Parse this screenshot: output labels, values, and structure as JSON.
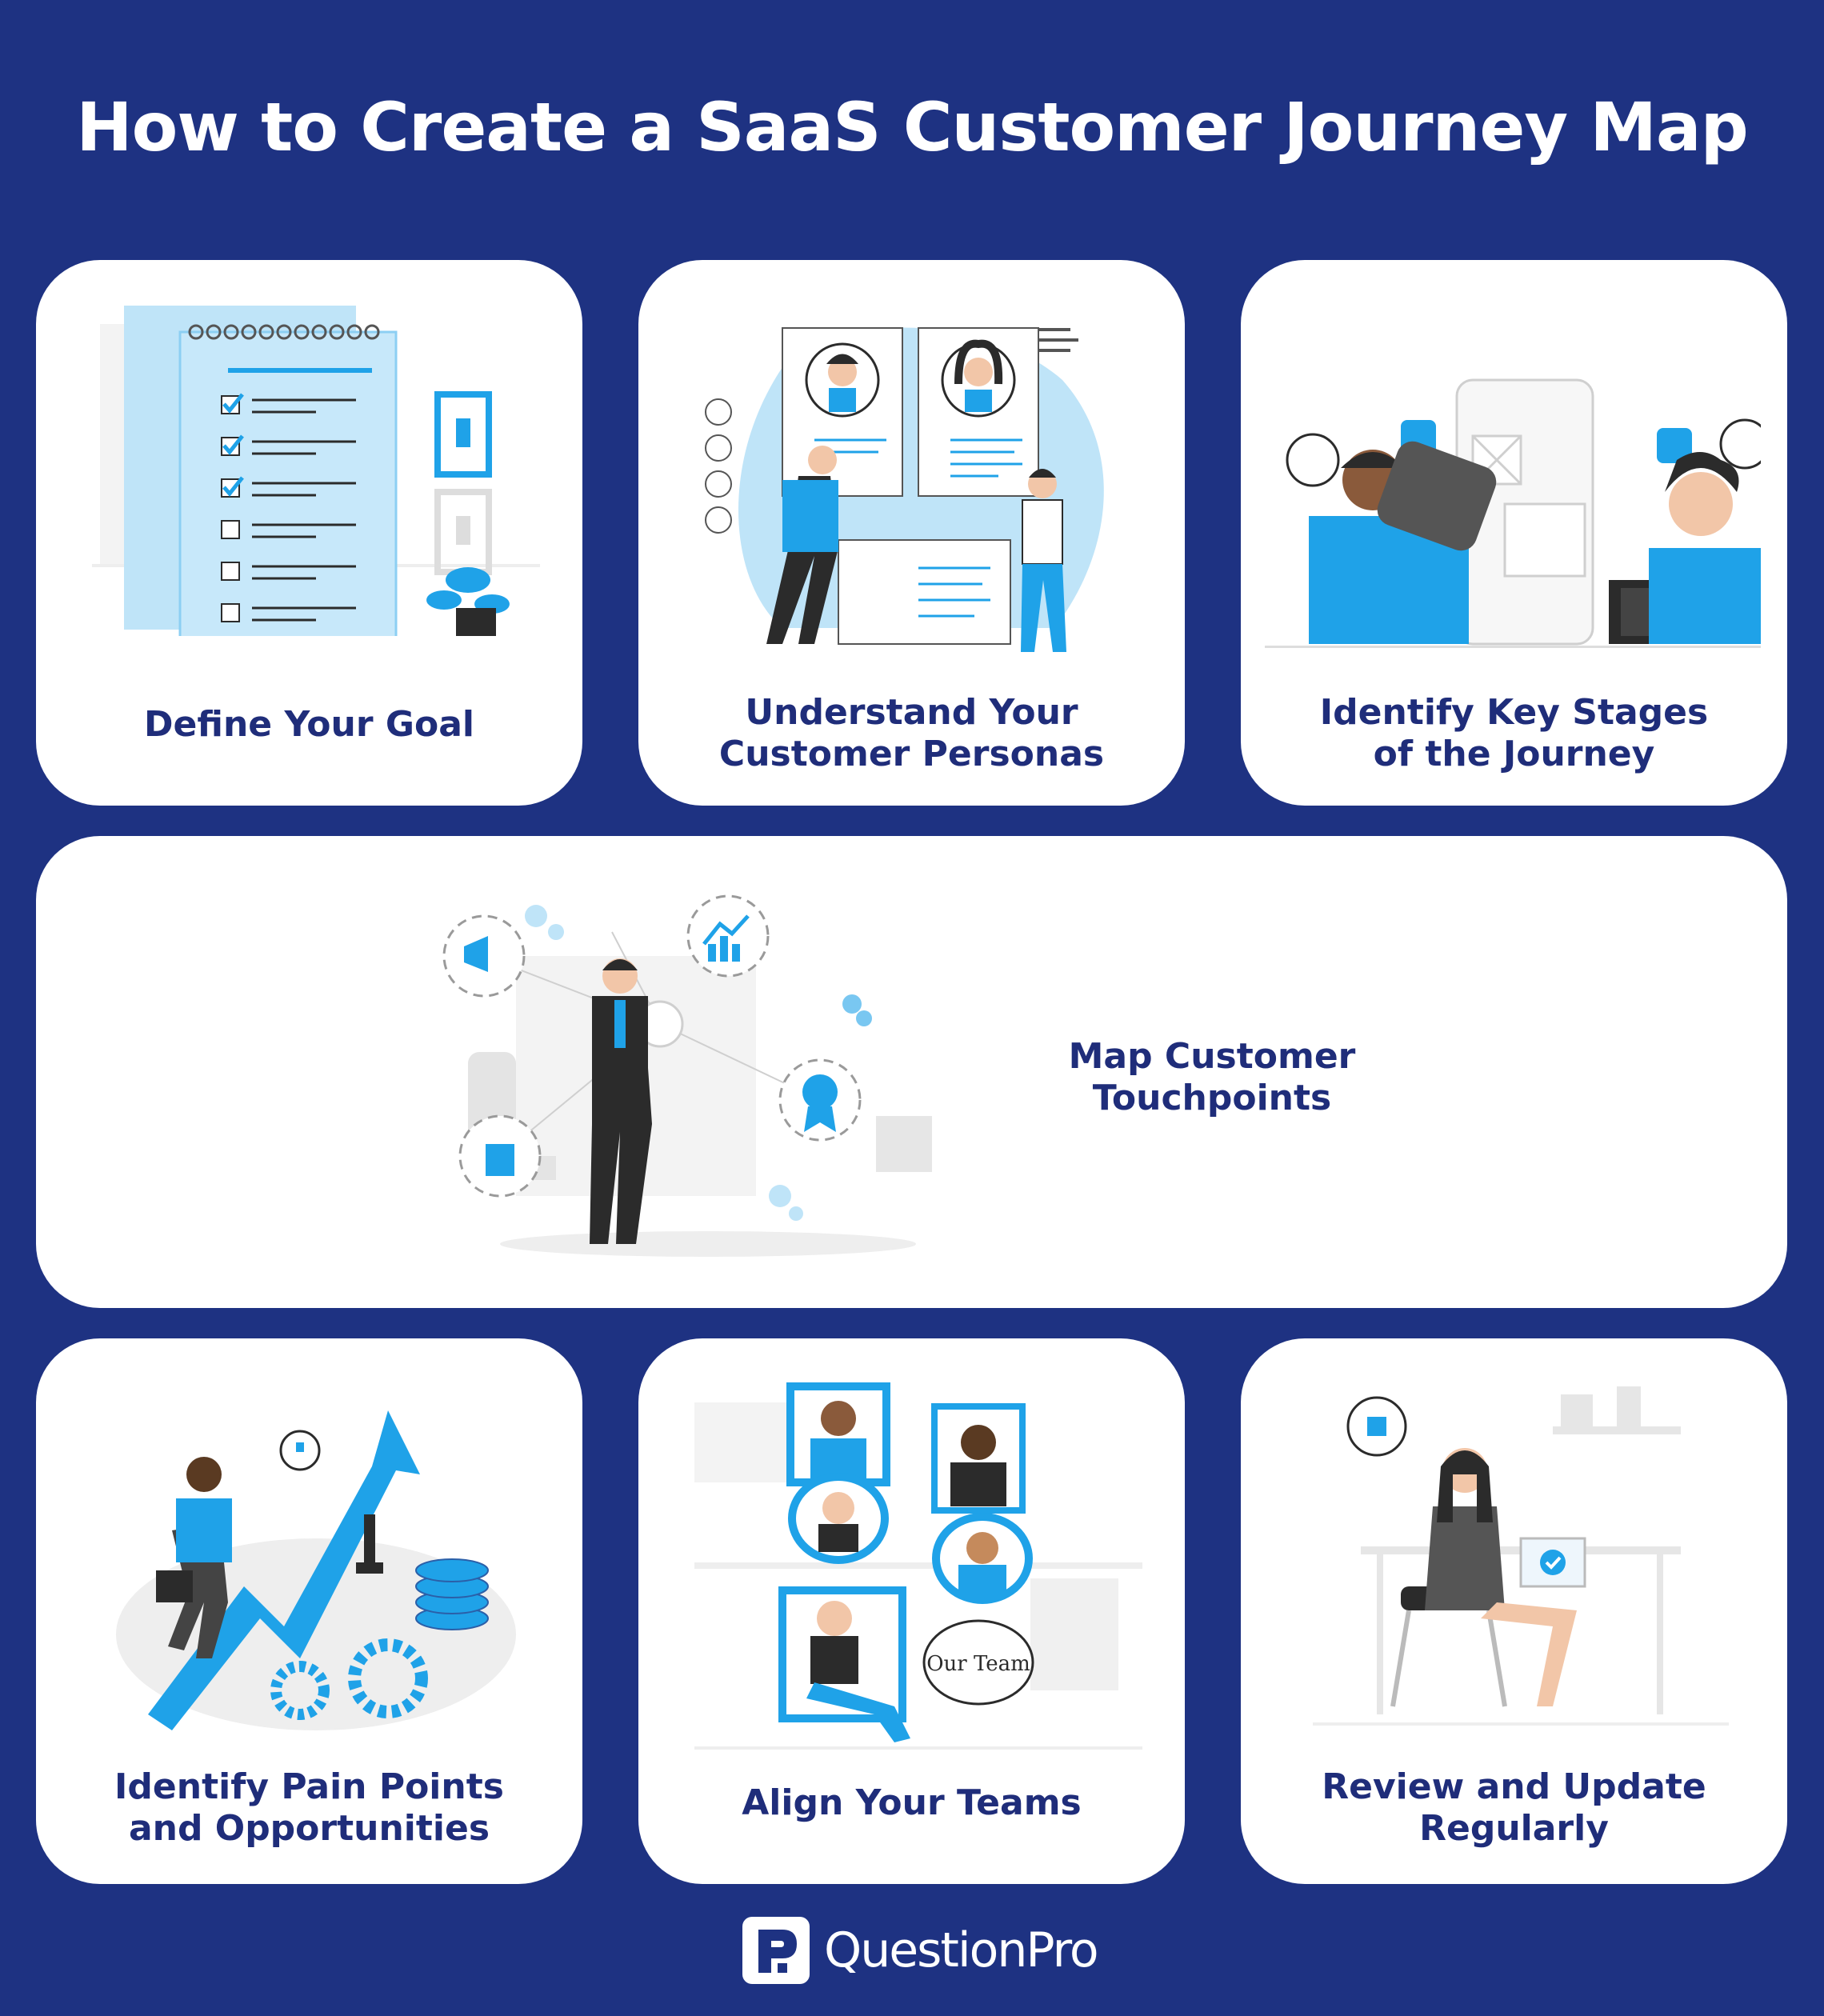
{
  "page": {
    "title": "How to Create a SaaS Customer Journey Map",
    "background_color": "#1e3282",
    "accent_color": "#1fa2e8",
    "text_color": "#1f2d7a"
  },
  "steps": [
    {
      "label": "Define Your Goal",
      "icon": "checklist-notepad-illustration"
    },
    {
      "label": "Understand Your Customer Personas",
      "icon": "persona-profiles-illustration"
    },
    {
      "label": "Identify Key Stages of the Journey",
      "icon": "team-wireframe-illustration"
    },
    {
      "label": "Map Customer Touchpoints",
      "icon": "businessman-network-illustration"
    },
    {
      "label": "Identify Pain Points and Opportunities",
      "icon": "growth-arrow-illustration"
    },
    {
      "label": "Align Your Teams",
      "icon": "video-call-team-illustration",
      "bubble_text": "Our Team"
    },
    {
      "label": "Review and Update Regularly",
      "icon": "woman-laptop-review-illustration"
    }
  ],
  "brand": {
    "name": "QuestionPro",
    "icon": "questionpro-logo-icon"
  }
}
